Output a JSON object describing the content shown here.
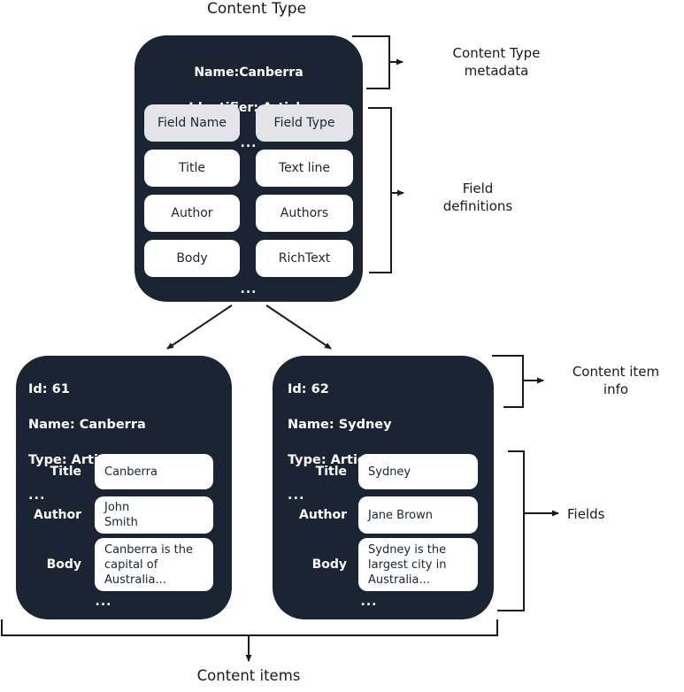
{
  "page_title": "Content Type",
  "colors": {
    "box_bg": "#1b2433",
    "header_pill_bg": "#e4e4e8",
    "pill_bg": "#ffffff",
    "line": "#1a1a1a",
    "text_dark": "#1a2433"
  },
  "content_type_box": {
    "name": "Name:Canberra",
    "identifier": "Identifier: Article",
    "ellipsis": "...",
    "table": {
      "header": {
        "field_name": "Field Name",
        "field_type": "Field Type"
      },
      "rows": [
        {
          "field_name": "Title",
          "field_type": "Text line"
        },
        {
          "field_name": "Author",
          "field_type": "Authors"
        },
        {
          "field_name": "Body",
          "field_type": "RichText"
        }
      ]
    },
    "footer_ellipsis": "..."
  },
  "annotations": {
    "content_type_metadata": "Content Type\nmetadata",
    "field_definitions": "Field\ndefinitions",
    "content_item_info": "Content item\ninfo",
    "fields": "Fields",
    "content_items": "Content items"
  },
  "content_items": [
    {
      "id": "Id: 61",
      "name": "Name: Canberra",
      "type": "Type: Article",
      "ellipsis": "...",
      "fields": [
        {
          "label": "Title",
          "value": "Canberra"
        },
        {
          "label": "Author",
          "value": "John\nSmith"
        },
        {
          "label": "Body",
          "value": "Canberra is the\ncapital of\nAustralia..."
        }
      ],
      "footer_ellipsis": "..."
    },
    {
      "id": "Id: 62",
      "name": "Name: Sydney",
      "type": "Type: Article",
      "ellipsis": "...",
      "fields": [
        {
          "label": "Title",
          "value": "Sydney"
        },
        {
          "label": "Author",
          "value": "Jane Brown"
        },
        {
          "label": "Body",
          "value": "Sydney is the\nlargest city in\nAustralia..."
        }
      ],
      "footer_ellipsis": "..."
    }
  ]
}
